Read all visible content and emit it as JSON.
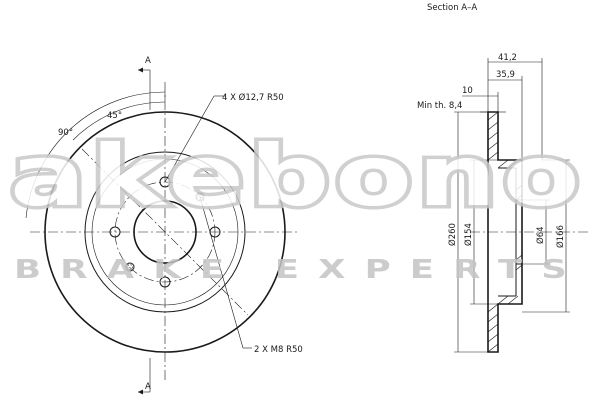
{
  "drawing": {
    "section_title": "Section A–A",
    "section_mark_top": "A",
    "section_mark_bottom": "A",
    "angle_90": "90°",
    "angle_45": "45°",
    "holes_callout": "4 X Ø12,7   R50",
    "threads_callout": "2 X M8   R50",
    "total_height": "41,2",
    "hat_height": "35,9",
    "disc_thickness": "10",
    "min_thickness": "Min th. 8,4",
    "diam_outer": "Ø260",
    "diam_hat": "Ø154",
    "diam_bore": "Ø64",
    "diam_mount": "Ø166"
  },
  "watermark": {
    "logo": "akebono",
    "tagline": "BRAKE EXPERTS"
  }
}
